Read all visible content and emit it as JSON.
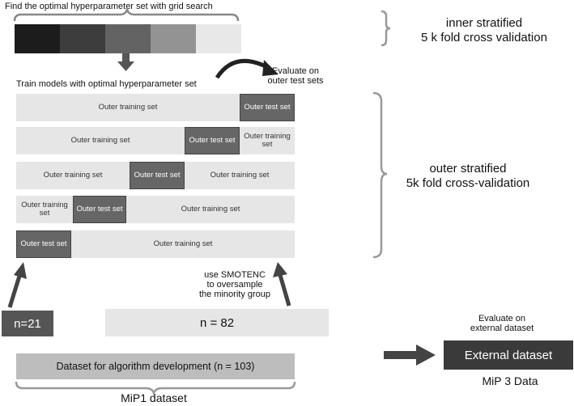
{
  "grid_search": {
    "title": "Find the optimal hyperparameter set with grid search",
    "shades": [
      "#1c1c1c",
      "#3d3d3d",
      "#636363",
      "#939393",
      "#e8e8e8"
    ]
  },
  "inner_cv": {
    "line1": "inner stratified",
    "line2": "5 k fold cross validation"
  },
  "train_title": "Train models with optimal hyperparameter set",
  "evaluate_outer": {
    "line1": "Evaluate on",
    "line2": "outer test sets"
  },
  "folds": [
    {
      "cells": [
        {
          "kind": "train",
          "label": "Outer training set"
        },
        {
          "kind": "test",
          "label": "Outer test set"
        }
      ]
    },
    {
      "cells": [
        {
          "kind": "train",
          "label": "Outer training set"
        },
        {
          "kind": "test",
          "label": "Outer test set"
        },
        {
          "kind": "train",
          "label": "Outer training set"
        }
      ]
    },
    {
      "cells": [
        {
          "kind": "train",
          "label": "Outer training set"
        },
        {
          "kind": "test",
          "label": "Outer test set"
        },
        {
          "kind": "train",
          "label": "Outer training set"
        }
      ]
    },
    {
      "cells": [
        {
          "kind": "train",
          "label": "Outer training set"
        },
        {
          "kind": "test",
          "label": "Outer test set"
        },
        {
          "kind": "train",
          "label": "Outer training set"
        }
      ]
    },
    {
      "cells": [
        {
          "kind": "test",
          "label": "Outer test set"
        },
        {
          "kind": "train",
          "label": "Outer training set"
        }
      ]
    }
  ],
  "outer_cv": {
    "line1": "outer stratified",
    "line2": "5k fold cross-validation"
  },
  "smote": {
    "line1": "use SMOTENC",
    "line2": "to oversample",
    "line3": "the minority group"
  },
  "minority": "n=21",
  "majority": "n = 82",
  "dataset_dev": "Dataset for algorithm development (n = 103)",
  "mip1": "MiP1 dataset",
  "evaluate_external": {
    "line1": "Evaluate on",
    "line2": "external dataset"
  },
  "external_dataset": "External dataset",
  "mip3": "MiP 3 Data"
}
